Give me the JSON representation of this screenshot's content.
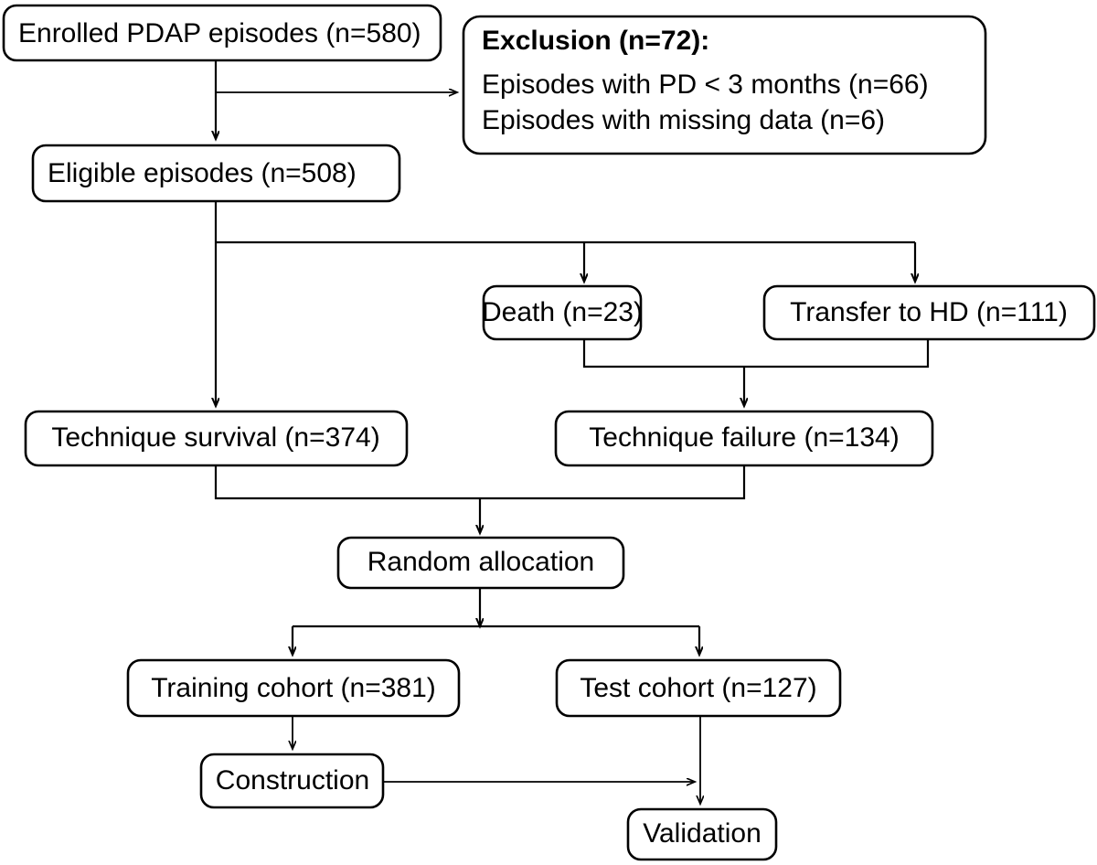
{
  "diagram": {
    "type": "flowchart",
    "title_visible": false,
    "background_color": "#ffffff",
    "line_color": "#000000",
    "box_fill": "#ffffff",
    "nodes": {
      "enrolled": {
        "label": "Enrolled PDAP episodes (n=580)",
        "count": 580
      },
      "exclusion": {
        "heading": "Exclusion (n=72):",
        "line1": "Episodes with PD < 3 months (n=66)",
        "line2": "Episodes with missing data (n=6)",
        "total": 72,
        "reason1_count": 66,
        "reason2_count": 6
      },
      "eligible": {
        "label": "Eligible episodes (n=508)",
        "count": 508
      },
      "death": {
        "label": "Death (n=23)",
        "count": 23
      },
      "transfer_hd": {
        "label": "Transfer to HD (n=111)",
        "count": 111
      },
      "technique_survival": {
        "label": "Technique survival (n=374)",
        "count": 374
      },
      "technique_failure": {
        "label": "Technique failure (n=134)",
        "count": 134
      },
      "random_allocation": {
        "label": "Random allocation"
      },
      "training_cohort": {
        "label": "Training cohort (n=381)",
        "count": 381
      },
      "test_cohort": {
        "label": "Test cohort (n=127)",
        "count": 127
      },
      "construction": {
        "label": "Construction"
      },
      "validation": {
        "label": "Validation"
      }
    },
    "edges": [
      {
        "from": "enrolled",
        "to": "eligible",
        "kind": "arrow-down"
      },
      {
        "from": "enrolled",
        "to": "exclusion",
        "kind": "arrow-right"
      },
      {
        "from": "eligible",
        "to": "technique_survival",
        "kind": "arrow-down"
      },
      {
        "from": "eligible",
        "to": "death",
        "kind": "arrow-down-branch"
      },
      {
        "from": "eligible",
        "to": "transfer_hd",
        "kind": "arrow-down-branch"
      },
      {
        "from": "death",
        "to": "technique_failure",
        "kind": "arrow-merge-down"
      },
      {
        "from": "transfer_hd",
        "to": "technique_failure",
        "kind": "arrow-merge-down"
      },
      {
        "from": "technique_survival",
        "to": "random_allocation",
        "kind": "arrow-merge-down"
      },
      {
        "from": "technique_failure",
        "to": "random_allocation",
        "kind": "arrow-merge-down"
      },
      {
        "from": "random_allocation",
        "to": "training_cohort",
        "kind": "arrow-down-branch"
      },
      {
        "from": "random_allocation",
        "to": "test_cohort",
        "kind": "arrow-down-branch"
      },
      {
        "from": "training_cohort",
        "to": "construction",
        "kind": "arrow-down"
      },
      {
        "from": "test_cohort",
        "to": "validation",
        "kind": "arrow-down"
      },
      {
        "from": "construction",
        "to": "validation",
        "kind": "arrow-right"
      }
    ]
  }
}
